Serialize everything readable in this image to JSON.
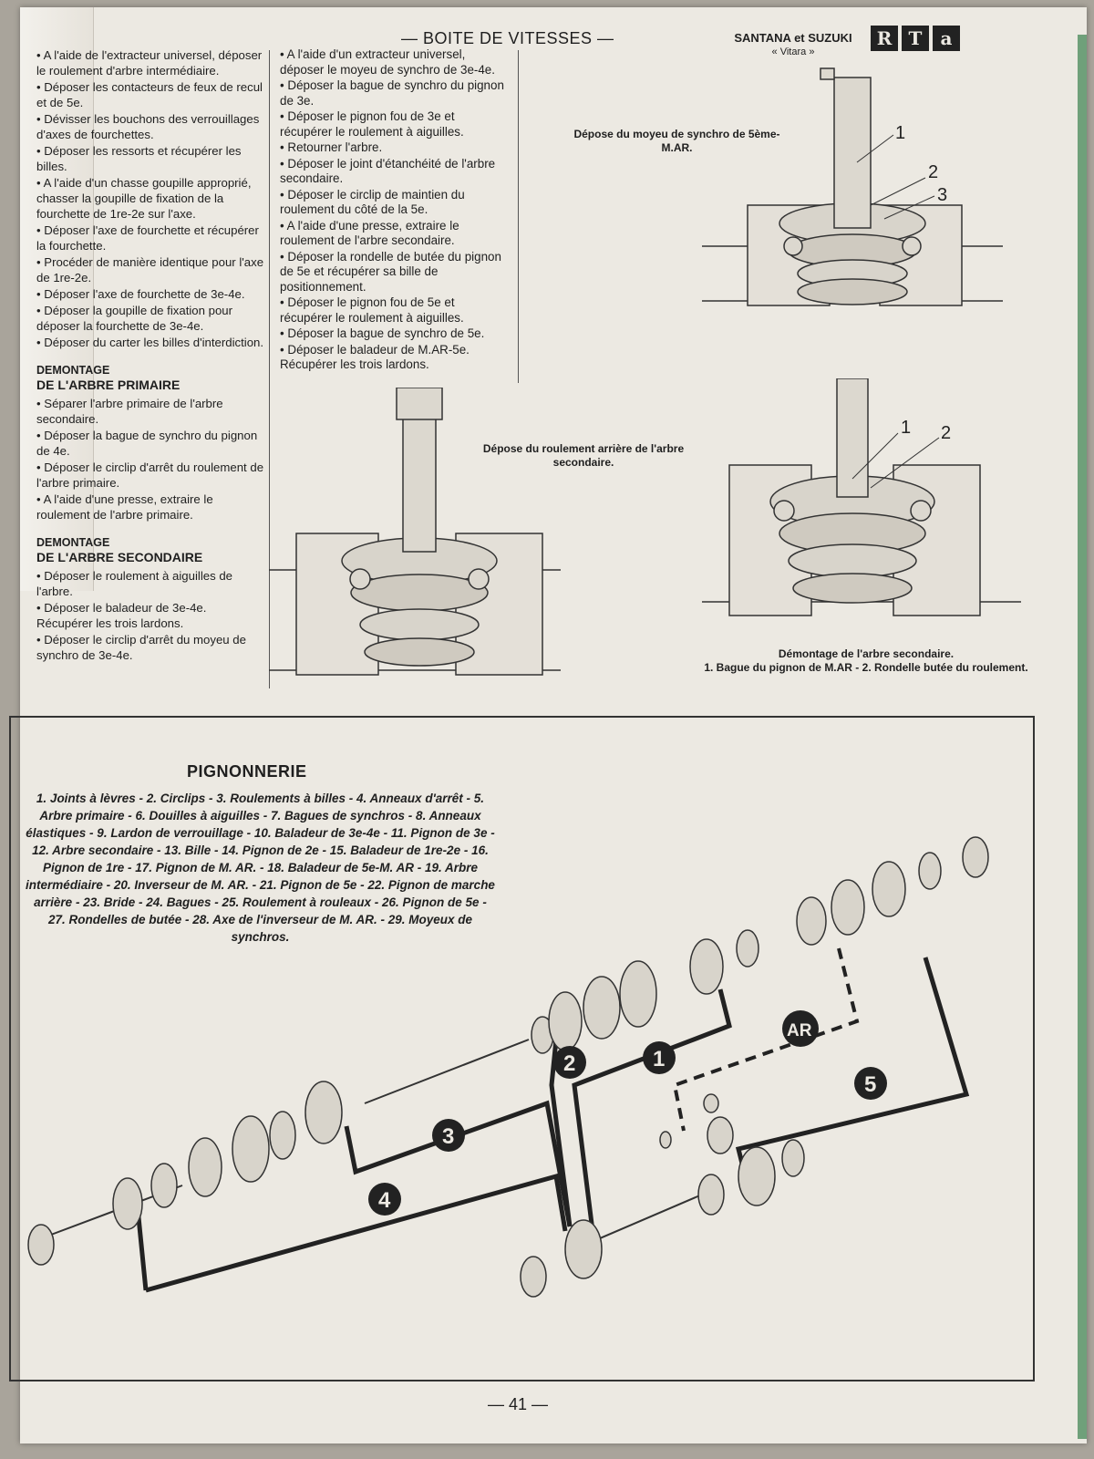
{
  "header": {
    "section": "— BOITE DE VITESSES —",
    "brand": "SANTANA et SUZUKI",
    "model": "« Vitara »",
    "logo_letters": [
      "R",
      "T",
      "a"
    ]
  },
  "col1": {
    "paragraphs": [
      "A l'aide de l'extracteur universel, déposer le roulement d'arbre intermédiaire.",
      "Déposer les contacteurs de feux de recul et de 5e.",
      "Dévisser les bouchons des verrouillages d'axes de fourchettes.",
      "Déposer les ressorts et récupérer les billes.",
      "A l'aide d'un chasse goupille approprié, chasser la goupille de fixation de la fourchette de 1re-2e sur l'axe.",
      "Déposer l'axe de fourchette et récupérer la fourchette.",
      "Procéder de manière identique pour l'axe de 1re-2e.",
      "Déposer l'axe de fourchette de 3e-4e.",
      "Déposer la goupille de fixation pour déposer la fourchette de 3e-4e.",
      "Déposer du carter les billes d'interdiction."
    ],
    "section_primaire": {
      "line1": "DEMONTAGE",
      "line2": "DE L'ARBRE PRIMAIRE",
      "items": [
        "Séparer l'arbre primaire de l'arbre secondaire.",
        "Déposer la bague de synchro du pignon de 4e.",
        "Déposer le circlip d'arrêt du roulement de l'arbre primaire.",
        "A l'aide d'une presse, extraire le roulement de l'arbre primaire."
      ]
    },
    "section_secondaire": {
      "line1": "DEMONTAGE",
      "line2": "DE L'ARBRE SECONDAIRE",
      "items": [
        "Déposer le roulement à aiguilles de l'arbre.",
        "Déposer le baladeur de 3e-4e. Récupérer les trois lardons.",
        "Déposer le circlip d'arrêt du moyeu de synchro de 3e-4e."
      ]
    }
  },
  "col2": {
    "items": [
      "A l'aide d'un extracteur universel, déposer le moyeu de synchro de 3e-4e.",
      "Déposer la bague de synchro du pignon de 3e.",
      "Déposer le pignon fou de 3e et récupérer le roulement à aiguilles.",
      "Retourner l'arbre.",
      "Déposer le joint d'étanchéité de l'arbre secondaire.",
      "Déposer le circlip de maintien du roulement du côté de la 5e.",
      "A l'aide d'une presse, extraire le roulement de l'arbre secondaire.",
      "Déposer la rondelle de butée du pignon de 5e et récupérer sa bille de positionnement.",
      "Déposer le pignon fou de 5e et récupérer le roulement à aiguilles.",
      "Déposer la bague de synchro de 5e.",
      "Déposer le baladeur de M.AR-5e. Récupérer les trois lardons."
    ]
  },
  "figures": {
    "fig1_caption": "Dépose du moyeu de synchro de 5ème-M.AR.",
    "fig1_labels": [
      "1",
      "2",
      "3"
    ],
    "fig2_caption": "Dépose du roulement arrière de l'arbre secondaire.",
    "fig3_caption_line1": "Démontage de l'arbre secondaire.",
    "fig3_caption_line2": "1. Bague du pignon de M.AR - 2. Rondelle butée du roulement.",
    "fig3_labels": [
      "1",
      "2"
    ]
  },
  "pignonnerie": {
    "title": "PIGNONNERIE",
    "legend": "1. Joints à lèvres - 2. Circlips - 3. Roulements à billes - 4. Anneaux d'arrêt - 5. Arbre primaire - 6. Douilles à aiguilles - 7. Bagues de synchros - 8. Anneaux élastiques - 9. Lardon de verrouillage - 10. Baladeur de 3e-4e - 11. Pignon de 3e - 12. Arbre secondaire - 13. Bille - 14. Pignon de 2e - 15. Baladeur de 1re-2e - 16. Pignon de 1re - 17. Pignon de M. AR. - 18. Baladeur de 5e-M. AR - 19. Arbre intermédiaire - 20. Inverseur de M. AR. - 21. Pignon de 5e - 22. Pignon de marche arrière - 23. Bride - 24. Bagues - 25. Roulement à rouleaux - 26. Pignon de 5e - 27. Rondelles de butée - 28. Axe de l'inverseur de M. AR. - 29. Moyeux de synchros.",
    "gear_markers": [
      "1",
      "2",
      "3",
      "4",
      "5",
      "AR"
    ]
  },
  "page_number": "— 41 —"
}
